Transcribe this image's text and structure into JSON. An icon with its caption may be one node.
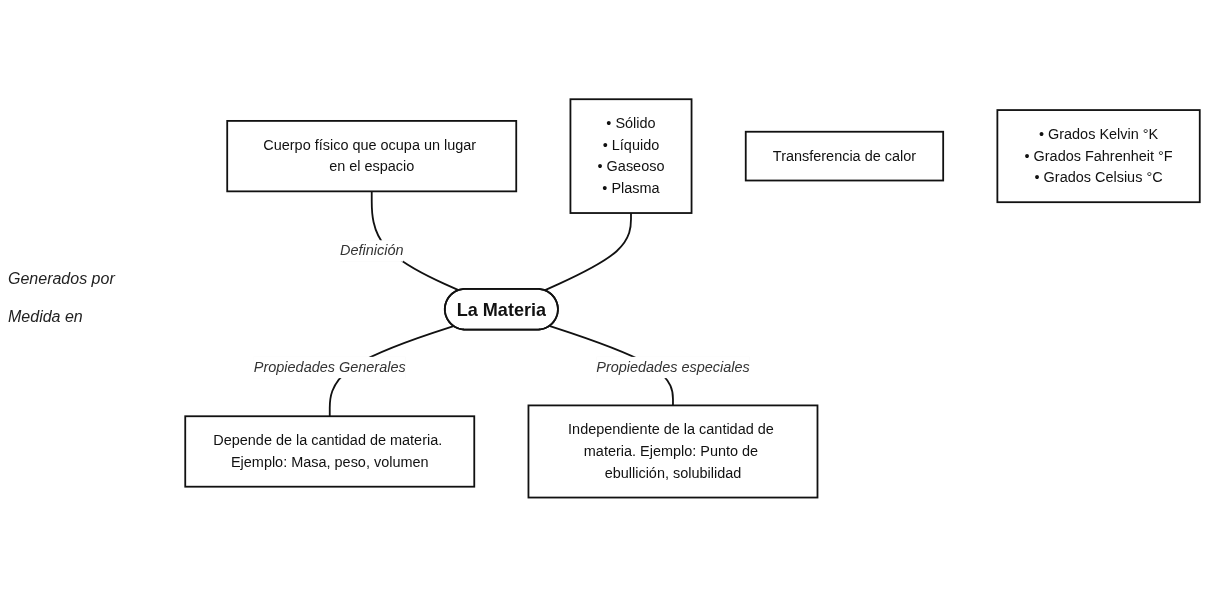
{
  "diagram": {
    "nodes": [
      {
        "text": [
          "Cuerpo físico que ocupa un lugar en el espacio"
        ]
      },
      {
        "text": [
          "• Sólido",
          "• Líquido",
          "• Gaseoso",
          "• Plasma"
        ]
      },
      {
        "text": [
          "La Materia"
        ]
      },
      {
        "text": [
          "Depende de la cantidad de materia. Ejemplo: Masa, peso, volumen"
        ]
      },
      {
        "text": [
          "Transferencia de calor"
        ]
      },
      {
        "text": [
          "Independiente de la cantidad de materia. Ejemplo: Punto de ebullición, solubilidad"
        ]
      },
      {
        "text": [
          "• Grados Kelvin °K",
          "• Grados Fahrenheit °F",
          "• Grados Celsius °C"
        ]
      }
    ],
    "edges": [
      {
        "from": 0,
        "to": 2,
        "label": "Definición",
        "arrow": "none"
      },
      {
        "from": 1,
        "to": 2,
        "arrow": "none"
      },
      {
        "from": 2,
        "to": 3,
        "label": "Propiedades Generales",
        "arrow": "none"
      },
      {
        "from": 2,
        "to": 5,
        "label": "Propiedades especiales",
        "arrow": "none"
      }
    ],
    "labels": [
      "Generados por",
      "Medida en"
    ]
  }
}
